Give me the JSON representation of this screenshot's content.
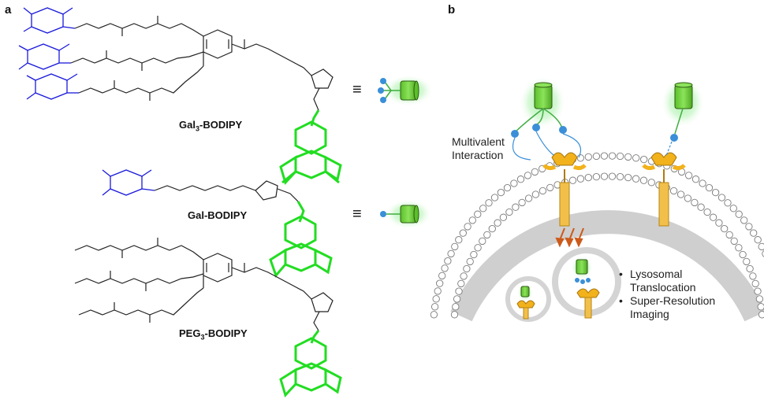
{
  "panels": {
    "a": "a",
    "b": "b"
  },
  "molecules": [
    {
      "name": "Gal",
      "sub": "3",
      "suffix": "-BODIPY"
    },
    {
      "name": "Gal-BODIPY",
      "sub": "",
      "suffix": ""
    },
    {
      "name": "PEG",
      "sub": "3",
      "suffix": "-BODIPY"
    }
  ],
  "equiv_symbol": "≡",
  "panel_b": {
    "interaction_line1": "Multivalent",
    "interaction_line2": "Interaction",
    "bullets": [
      {
        "dot": "•",
        "line1": "Lysosomal",
        "line2": "Translocation"
      },
      {
        "dot": "•",
        "line1": "Super-Resolution",
        "line2": "Imaging"
      }
    ]
  },
  "colors": {
    "sugar": "#1a1adb",
    "bodipy": "#22dd22",
    "glow": "#7de87d",
    "receptor": "#f2b21b",
    "membrane": "#9a9a9a",
    "arrow": "#cc5a1a",
    "ligand": "#3a8fd8"
  }
}
